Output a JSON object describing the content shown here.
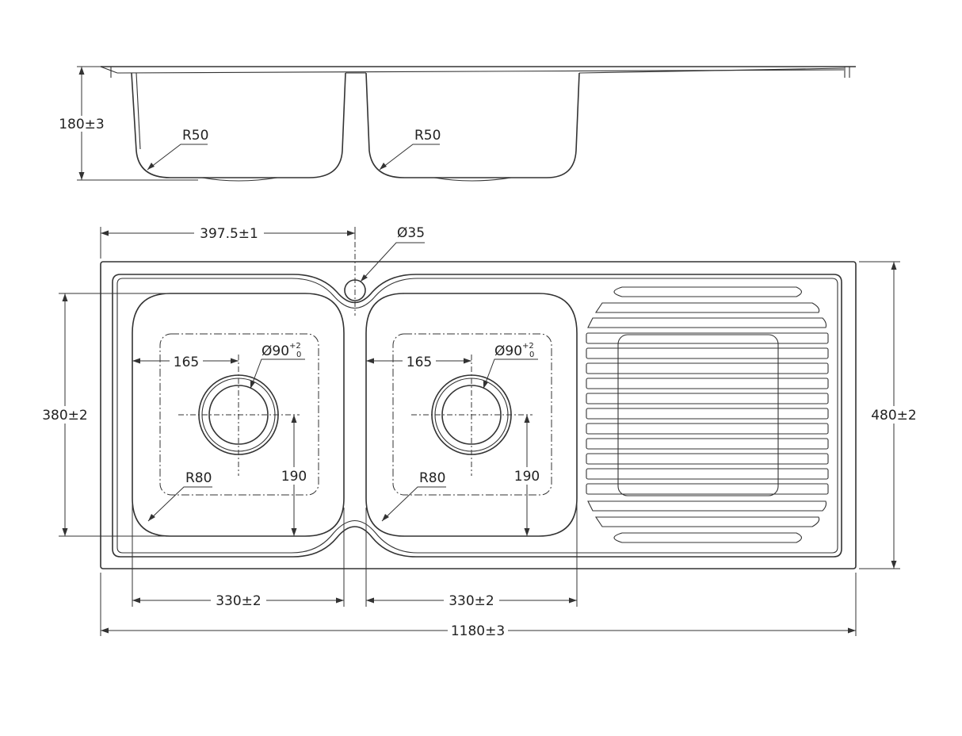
{
  "side_view": {
    "height_dim": "180±3",
    "radius_left": "R50",
    "radius_right": "R50"
  },
  "plan_view": {
    "tap_offset_dim": "397.5±1",
    "tap_hole_dim": "Ø35",
    "bowl_depth_dim": "380±2",
    "overall_depth_dim": "480±2",
    "left_bowl": {
      "waste_offset_dim": "165",
      "waste_dia": "Ø90",
      "waste_tol_upper": "+2",
      "waste_tol_lower": "0",
      "waste_from_front_dim": "190",
      "corner_radius": "R80",
      "width_dim": "330±2"
    },
    "right_bowl": {
      "waste_offset_dim": "165",
      "waste_dia": "Ø90",
      "waste_tol_upper": "+2",
      "waste_tol_lower": "0",
      "waste_from_front_dim": "190",
      "corner_radius": "R80",
      "width_dim": "330±2"
    },
    "overall_width_dim": "1180±3"
  }
}
